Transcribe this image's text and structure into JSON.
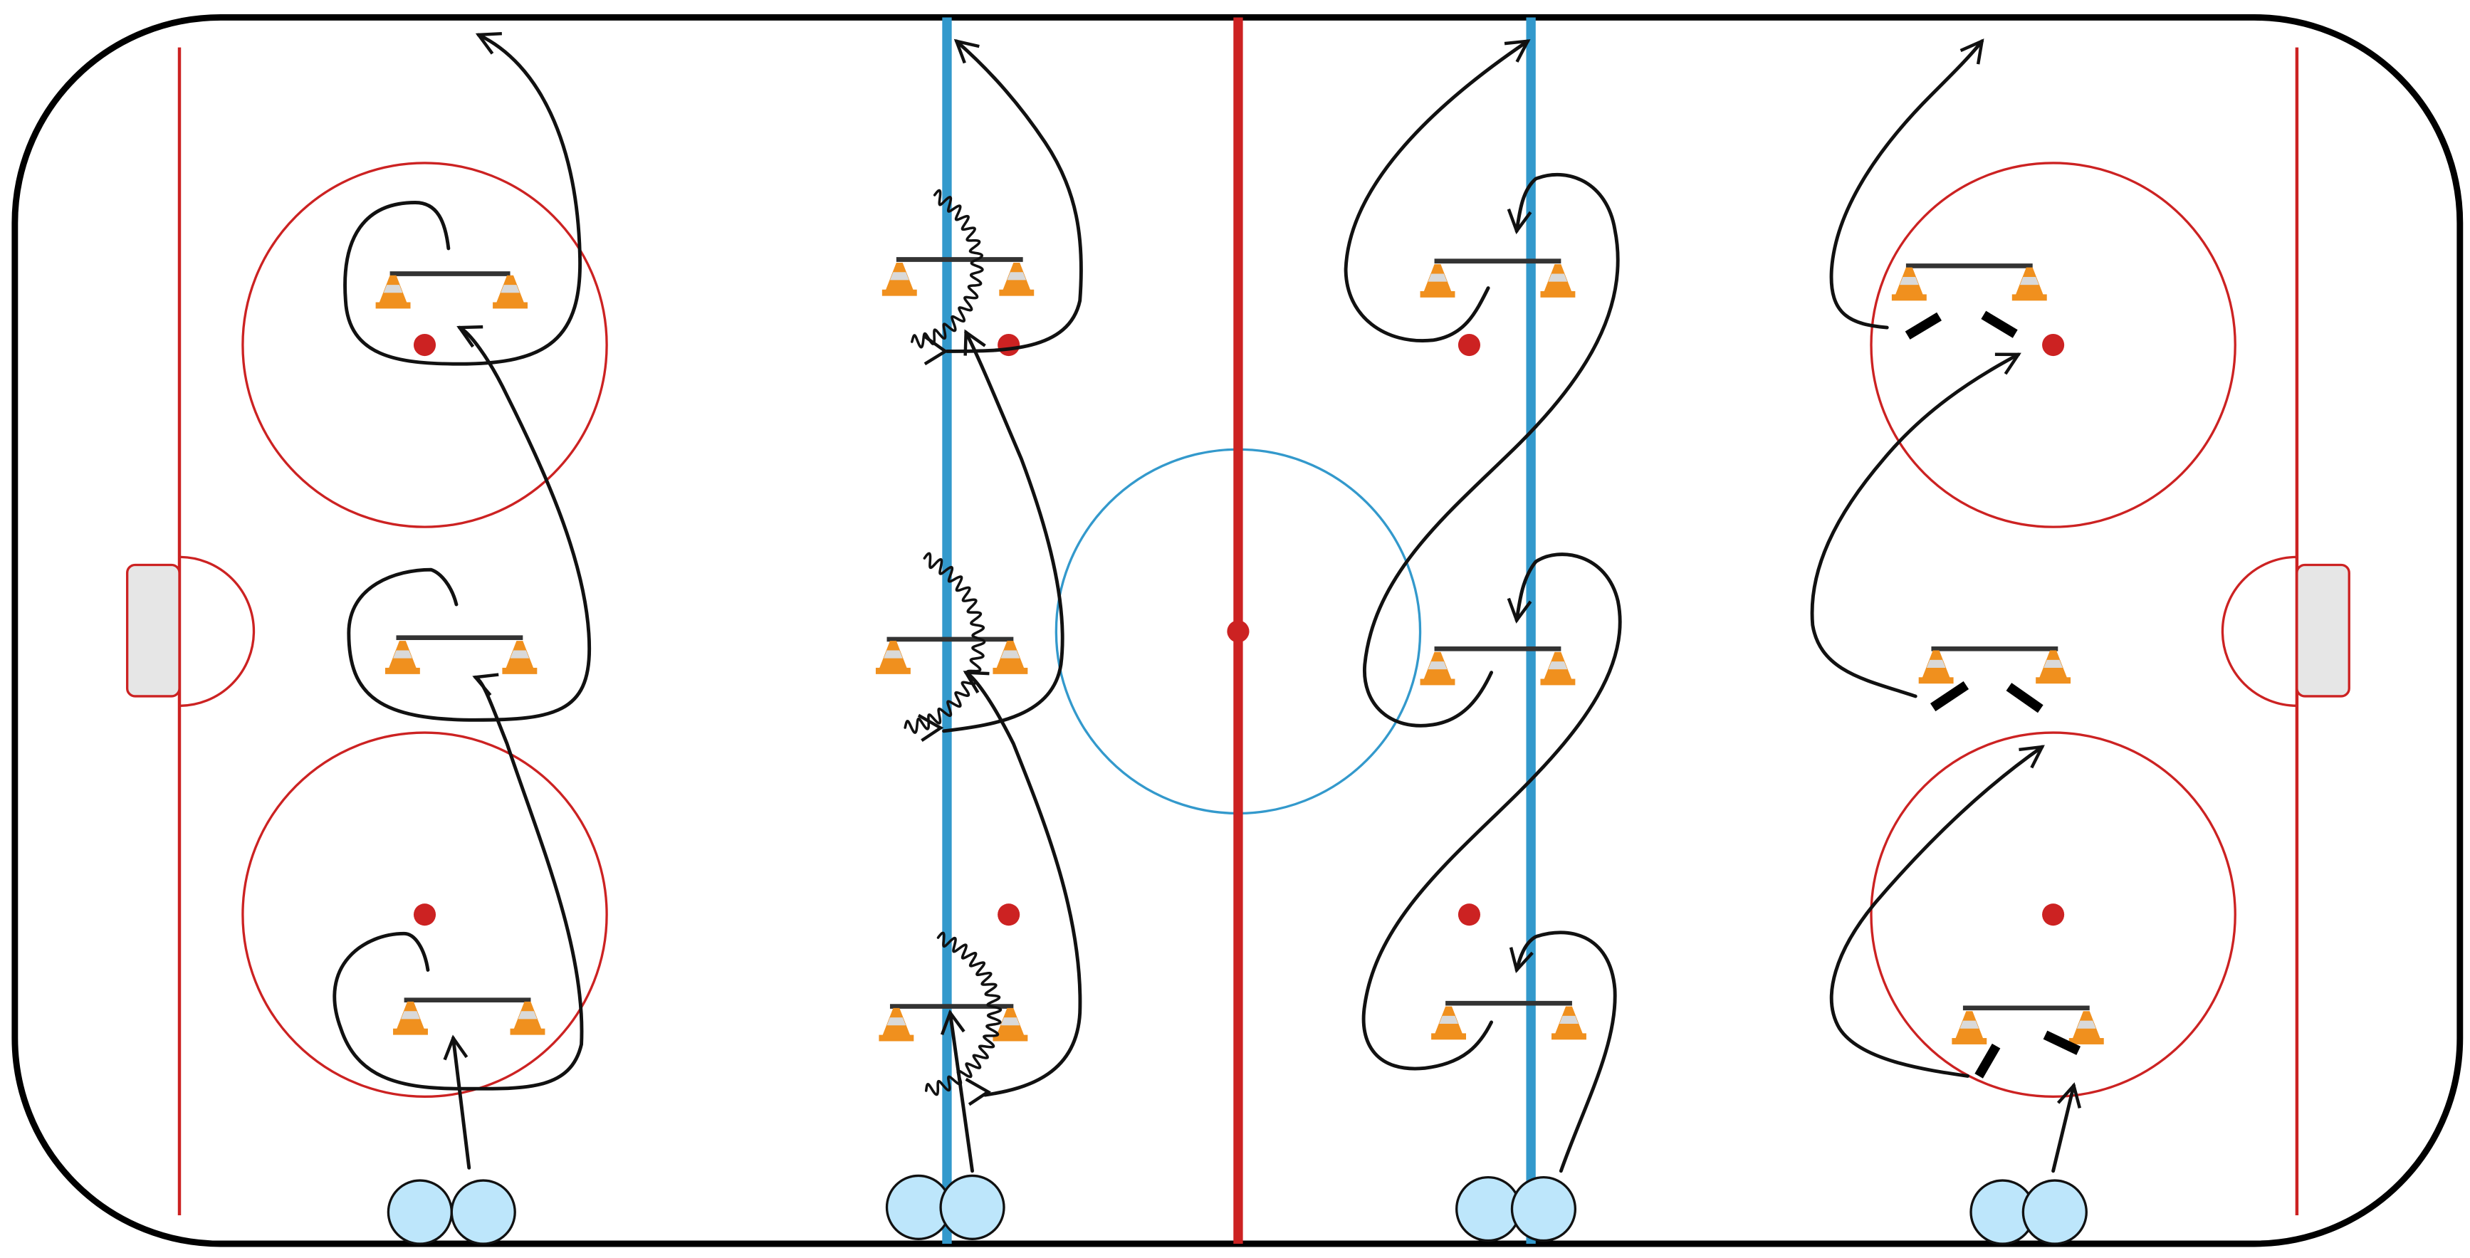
{
  "diagram": {
    "type": "hockey-rink-drill",
    "text": [],
    "colors": {
      "ice": "#ffffff",
      "boards": "#000000",
      "red_line": "#cc2222",
      "blue_line": "#3399cc",
      "goal_crease": "#e6e6e6",
      "cone": "#f0901e",
      "cone_stripe": "#d9d9d9",
      "player": "#bde6fb",
      "path": "#111111"
    },
    "stations": [
      {
        "name": "station-1",
        "elements": [
          "two-players",
          "cone-pair",
          "cone-pair",
          "cone-pair",
          "skate-path"
        ]
      },
      {
        "name": "station-2",
        "elements": [
          "two-players",
          "cone-pair",
          "cone-pair",
          "cone-pair",
          "skate-path",
          "puck-handling-path"
        ]
      },
      {
        "name": "station-3",
        "elements": [
          "two-players",
          "cone-pair",
          "cone-pair",
          "cone-pair",
          "skate-path"
        ]
      },
      {
        "name": "station-4",
        "elements": [
          "two-players",
          "cone-pair",
          "cone-pair",
          "cone-pair",
          "skate-path",
          "sticks"
        ]
      }
    ],
    "icons": [
      "cone-icon",
      "player-icon",
      "faceoff-dot-icon",
      "arrow-icon",
      "stick-icon"
    ]
  }
}
